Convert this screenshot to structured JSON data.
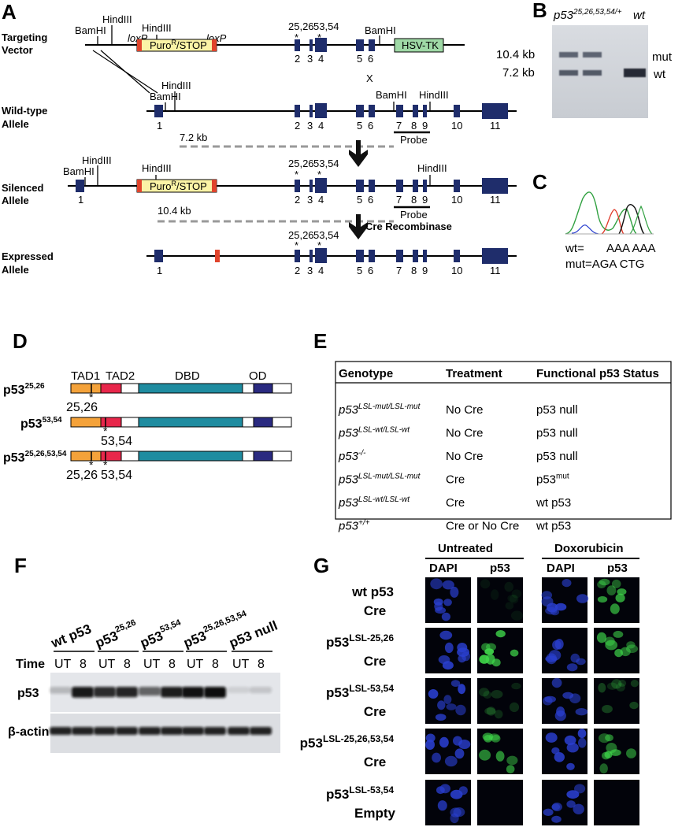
{
  "panels": {
    "A": "A",
    "B": "B",
    "C": "C",
    "D": "D",
    "E": "E",
    "F": "F",
    "G": "G"
  },
  "panel_a": {
    "rows": {
      "targeting": [
        "Targeting",
        "Vector"
      ],
      "wildtype": [
        "Wild-type",
        "Allele"
      ],
      "silenced": [
        "Silenced",
        "Allele"
      ],
      "expressed": [
        "Expressed",
        "Allele"
      ]
    },
    "sites": {
      "bamhi": "BamHI",
      "hindiii": "HindIII",
      "loxp": "loxP"
    },
    "puro_main": "Puro",
    "puro_sup": "R",
    "puro_tail": "/STOP",
    "hsv_tk": "HSV-TK",
    "mut_2526": "25,26",
    "mut_5354": "53,54",
    "star": "*",
    "crossover": "X",
    "exons": [
      "1",
      "2",
      "3",
      "4",
      "5",
      "6",
      "7",
      "8",
      "9",
      "10",
      "11"
    ],
    "probe": "Probe",
    "frag_wt": "7.2 kb",
    "frag_mut": "10.4 kb",
    "cre": "Cre Recombinase"
  },
  "panel_b": {
    "title_base": "p53",
    "title_sup": "25,26,53,54/+",
    "title_wt": "wt",
    "kb_top": "10.4 kb",
    "kb_bot": "7.2 kb",
    "right_mut": "mut",
    "right_wt": "wt"
  },
  "panel_c": {
    "line1_a": "wt=",
    "line1_b": "AAA AAA",
    "line2": "mut=AGA CTG"
  },
  "panel_d": {
    "domains": {
      "tad1": "TAD1",
      "tad2": "TAD2",
      "dbd": "DBD",
      "od": "OD"
    },
    "constructs": [
      {
        "base": "p53",
        "sup": "25,26",
        "marks": "25,26"
      },
      {
        "base": "p53",
        "sup": "53,54",
        "marks": "53,54"
      },
      {
        "base": "p53",
        "sup": "25,26,53,54",
        "marks_a": "25,26",
        "marks_b": "53,54"
      }
    ],
    "star": "*"
  },
  "panel_e": {
    "headers": [
      "Genotype",
      "Treatment",
      "Functional p53 Status"
    ],
    "rows": [
      {
        "g_base": "p53",
        "g_sup": "LSL-mut/LSL-mut",
        "treat": "No Cre",
        "status_base": "p53 null",
        "status_sup": ""
      },
      {
        "g_base": "p53",
        "g_sup": "LSL-wt/LSL-wt",
        "treat": "No Cre",
        "status_base": "p53 null",
        "status_sup": ""
      },
      {
        "g_base": "p53",
        "g_sup": "-/-",
        "treat": "No Cre",
        "status_base": "p53 null",
        "status_sup": ""
      },
      {
        "g_base": "p53",
        "g_sup": "LSL-mut/LSL-mut",
        "treat": "Cre",
        "status_base": "p53",
        "status_sup": "mut"
      },
      {
        "g_base": "p53",
        "g_sup": "LSL-wt/LSL-wt",
        "treat": "Cre",
        "status_base": "wt p53",
        "status_sup": ""
      },
      {
        "g_base": "p53",
        "g_sup": "+/+",
        "treat": "Cre or No Cre",
        "status_base": "wt p53",
        "status_sup": ""
      }
    ]
  },
  "panel_f": {
    "groups": [
      {
        "base": "wt p53",
        "sup": ""
      },
      {
        "base": "p53",
        "sup": "25,26"
      },
      {
        "base": "p53",
        "sup": "53,54"
      },
      {
        "base": "p53",
        "sup": "25,26,53,54"
      },
      {
        "base": "p53 null",
        "sup": ""
      }
    ],
    "time_label": "Time",
    "lanes": [
      "UT",
      "8",
      "UT",
      "8",
      "UT",
      "8",
      "UT",
      "8",
      "UT",
      "8"
    ],
    "blot_p53": "p53",
    "blot_actin": "β-actin",
    "p53_levels": [
      0.12,
      0.95,
      0.85,
      0.88,
      0.55,
      0.92,
      0.98,
      1.0,
      0.0,
      0.05
    ]
  },
  "panel_g": {
    "conditions": [
      "Untreated",
      "Doxorubicin"
    ],
    "channels": [
      "DAPI",
      "p53",
      "DAPI",
      "p53"
    ],
    "rows": [
      {
        "l1_base": "wt p53",
        "l1_sup": "",
        "l2": "Cre",
        "p53_untreated": 0.1,
        "p53_dox": 0.75
      },
      {
        "l1_base": "p53",
        "l1_sup": "LSL-25,26",
        "l2": "Cre",
        "p53_untreated": 0.95,
        "p53_dox": 0.75
      },
      {
        "l1_base": "p53",
        "l1_sup": "LSL-53,54",
        "l2": "Cre",
        "p53_untreated": 0.25,
        "p53_dox": 0.3
      },
      {
        "l1_base": "p53",
        "l1_sup": "LSL-25,26,53,54",
        "l2": "Cre",
        "p53_untreated": 0.8,
        "p53_dox": 0.75
      },
      {
        "l1_base": "p53",
        "l1_sup": "LSL-53,54",
        "l2": "Empty",
        "p53_untreated": 0.0,
        "p53_dox": 0.0
      }
    ]
  },
  "colors": {
    "exon": "#1f2d6b",
    "loxp": "#e0442c",
    "puro": "#fbf3a6",
    "hsvtk": "#9fd9a6",
    "tad1": "#f4a23a",
    "tad2": "#e8274b",
    "dbd": "#1f8ca0",
    "od": "#2a2a80",
    "dapi": "#2a3fcf",
    "gfp": "#3fd64a",
    "dashed": "#999999"
  }
}
